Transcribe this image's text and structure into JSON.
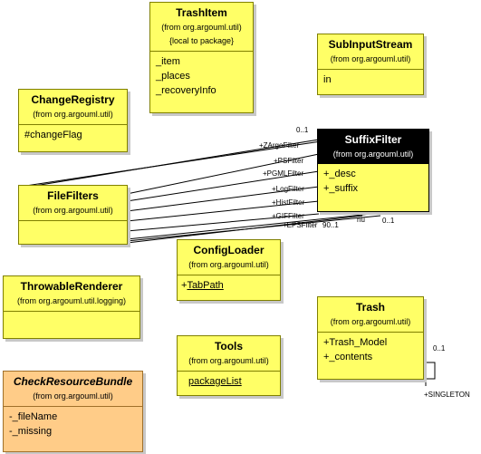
{
  "classes": {
    "trashitem": {
      "name": "TrashItem",
      "package": "(from org.argouml.util)",
      "note": "{local to package}",
      "attrs": [
        "_item",
        "_places",
        "_recoveryInfo"
      ]
    },
    "subinputstream": {
      "name": "SubInputStream",
      "package": "(from org.argouml.util)",
      "attrs": [
        "in"
      ]
    },
    "changeregistry": {
      "name": "ChangeRegistry",
      "package": "(from org.argouml.util)",
      "attrs": [
        "#changeFlag"
      ]
    },
    "suffixfilter": {
      "name": "SuffixFilter",
      "package": "(from org.argouml.util)",
      "attrs": [
        "+_desc",
        "+_suffix"
      ]
    },
    "filefilters": {
      "name": "FileFilters",
      "package": "(from org.argouml.util)"
    },
    "configloader": {
      "name": "ConfigLoader",
      "package": "(from org.argouml.util)",
      "attrs": [
        "+TabPath"
      ]
    },
    "throwablerenderer": {
      "name": "ThrowableRenderer",
      "package": "(from org.argouml.util.logging)"
    },
    "trash": {
      "name": "Trash",
      "package": "(from org.argouml.util)",
      "attrs": [
        "+Trash_Model",
        "+_contents"
      ]
    },
    "tools": {
      "name": "Tools",
      "package": "(from org.argouml.util)",
      "attrs": [
        "packageList"
      ]
    },
    "checkresourcebundle": {
      "name": "CheckResourceBundle",
      "package": "(from org.argouml.util)",
      "attrs": [
        "-_fileName",
        "-_missing"
      ]
    }
  },
  "associations": {
    "filefilters_suffixfilter": {
      "multiplicity_top": "0..1",
      "multiplicity_bottom": "0..1",
      "roles": [
        "+ZArgoFilter",
        "+PSFilter",
        "+PGMLFilter",
        "+LogFilter",
        "+HistFilter",
        "+GIFFilter",
        "+EPSFilter"
      ],
      "role_fragments": [
        "90..1",
        "nu"
      ]
    },
    "trash_singleton": {
      "multiplicity": "0..1",
      "role": "+SINGLETON"
    }
  },
  "colors": {
    "class_fill": "#ffff66",
    "abstract_fill": "#ffcc88",
    "selected_header": "#000000"
  }
}
